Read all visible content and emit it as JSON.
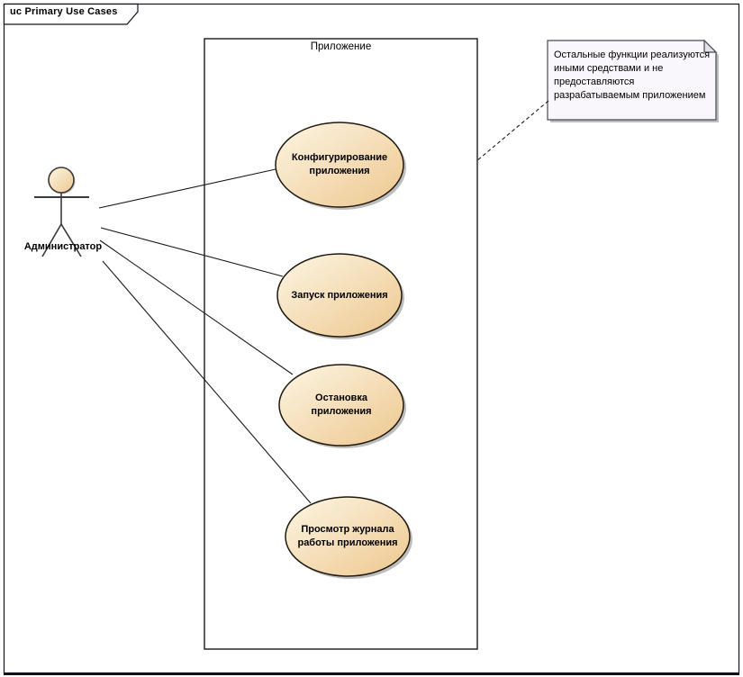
{
  "frame": {
    "title": "uc Primary Use Cases",
    "type": "UML use case diagram frame"
  },
  "system_boundary": {
    "label": "Приложение"
  },
  "actor": {
    "name": "Администратор"
  },
  "use_cases": [
    {
      "id": "configure",
      "label": "Конфигурирование\nприложения"
    },
    {
      "id": "start",
      "label": "Запуск приложения"
    },
    {
      "id": "stop",
      "label": "Остановка\nприложения"
    },
    {
      "id": "view-log",
      "label": "Просмотр журнала\nработы приложения"
    }
  ],
  "note": {
    "text": "Остальные функции реализуются\nиными средствами и не\nпредоставляются\nразрабатываемым приложением"
  },
  "relationships": [
    {
      "from": "Администратор",
      "to": "Конфигурирование приложения",
      "type": "association"
    },
    {
      "from": "Администратор",
      "to": "Запуск приложения",
      "type": "association"
    },
    {
      "from": "Администратор",
      "to": "Остановка приложения",
      "type": "association"
    },
    {
      "from": "Администратор",
      "to": "Просмотр журнала работы приложения",
      "type": "association"
    },
    {
      "from": "note",
      "to": "Приложение",
      "type": "note-link"
    }
  ],
  "colors": {
    "usecase_fill_top": "#fcf6e4",
    "usecase_fill_bottom": "#eec78e",
    "usecase_stroke": "#1f1a10",
    "note_fill": "#f9f7fc",
    "note_stroke": "#4a4a52",
    "shadow": "#bdbdbd",
    "connector": "#1a1a1a",
    "frame_stroke": "#14141e"
  }
}
